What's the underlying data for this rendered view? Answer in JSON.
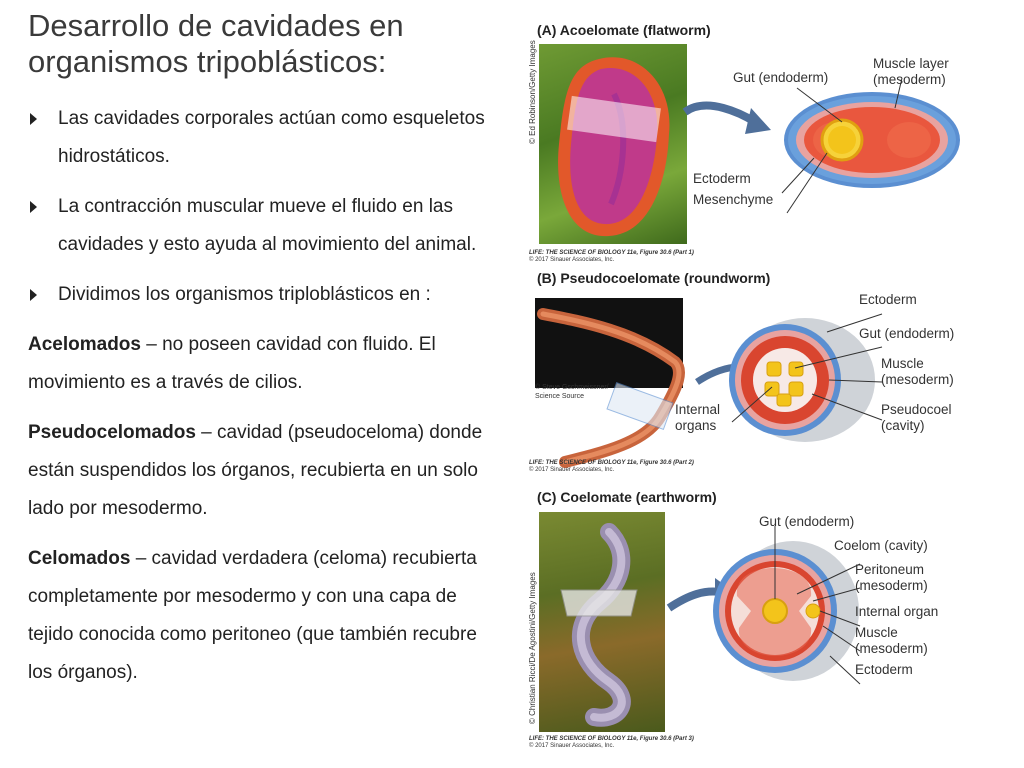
{
  "slide": {
    "title_line1": "Desarrollo de cavidades en",
    "title_line2": "organismos tripoblásticos:",
    "bullets": [
      "Las cavidades corporales actúan como esqueletos hidrostáticos.",
      "La contracción muscular mueve el fluido en las cavidades y  esto ayuda al movimiento del animal.",
      "Dividimos los organismos  triploblásticos en :"
    ],
    "paragraphs": [
      {
        "term": "Acelomados",
        "text": " – no poseen cavidad con fluido. El movimiento es a través de cilios."
      },
      {
        "term": "Pseudocelomados",
        "text": " –  cavidad (pseudoceloma) donde están suspendidos los  órganos, recubierta en un solo lado por mesodermo."
      },
      {
        "term": "Celomados",
        "text": " –  cavidad verdadera (celoma) recubierta completamente por mesodermo y con una capa de tejido conocida como peritoneo (que también recubre los órganos)."
      }
    ]
  },
  "figure": {
    "panel_a": {
      "title": "(A)  Acoelomate (flatworm)",
      "photo_credit": "© Ed Robinson/Getty Images",
      "labels": {
        "gut": "Gut (endoderm)",
        "muscle_1": "Muscle layer",
        "muscle_2": "(mesoderm)",
        "ectoderm": "Ectoderm",
        "mesenchyme": "Mesenchyme"
      },
      "source_1": "LIFE: THE SCIENCE OF BIOLOGY 11e, Figure 30.6 (Part 1)",
      "source_2": "© 2017 Sinauer Associates, Inc."
    },
    "panel_b": {
      "title": "(B)  Pseudocoelomate (roundworm)",
      "photo_credit_1": "© Steve Gschmeissner/",
      "photo_credit_2": "Science Source",
      "labels": {
        "ectoderm": "Ectoderm",
        "gut": "Gut (endoderm)",
        "muscle_1": "Muscle",
        "muscle_2": "(mesoderm)",
        "pseudocoel_1": "Pseudocoel",
        "pseudocoel_2": "(cavity)",
        "internal_1": "Internal",
        "internal_2": "organs"
      },
      "source_1": "LIFE: THE SCIENCE OF BIOLOGY 11e, Figure 30.6 (Part 2)",
      "source_2": "© 2017 Sinauer Associates, Inc."
    },
    "panel_c": {
      "title": "(C)  Coelomate (earthworm)",
      "photo_credit": "© Christian Ricci/De Agostini/Getty Images",
      "labels": {
        "gut": "Gut (endoderm)",
        "coelom": "Coelom (cavity)",
        "peritoneum_1": "Peritoneum",
        "peritoneum_2": "(mesoderm)",
        "internal": "Internal organ",
        "muscle_1": "Muscle",
        "muscle_2": "(mesoderm)",
        "ectoderm": "Ectoderm"
      },
      "source_1": "LIFE: THE SCIENCE OF BIOLOGY 11e, Figure 30.6 (Part 3)",
      "source_2": "© 2017 Sinauer Associates, Inc."
    },
    "colors": {
      "ectoderm": "#5b8fd1",
      "muscle": "#e8a3a0",
      "mesoderm_red": "#d9452f",
      "gut": "#f3c41b",
      "arrow": "#4f6f9a"
    }
  }
}
